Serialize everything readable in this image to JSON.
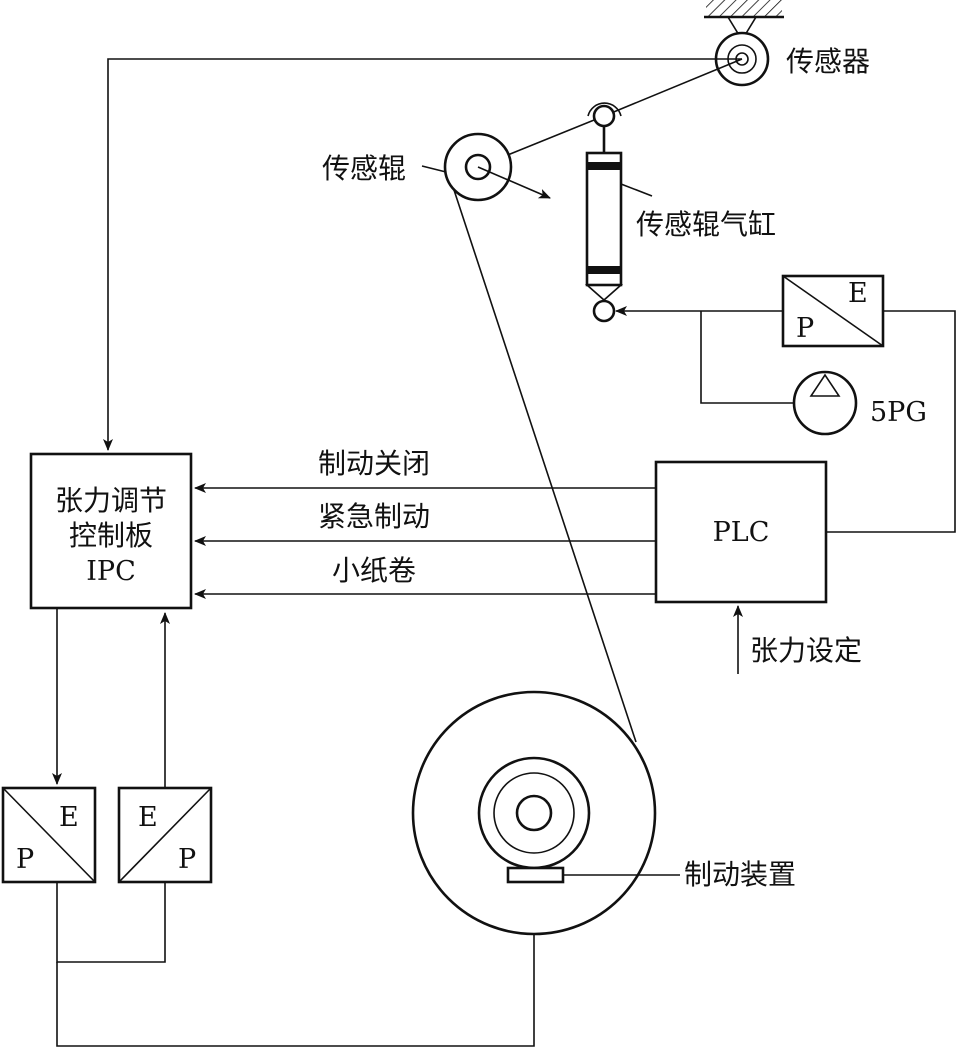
{
  "labels": {
    "sensor": "传感器",
    "sensor_roller": "传感辊",
    "sensor_roller_cylinder": "传感辊气缸",
    "pump": "5PG",
    "plc": "PLC",
    "tension_setting": "张力设定",
    "brake_device": "制动装置",
    "ipc_line1": "张力调节",
    "ipc_line2": "控制板",
    "ipc_line3": "IPC",
    "signal_brake_off": "制动关闭",
    "signal_emergency_brake": "紧急制动",
    "signal_small_roll": "小纸卷"
  },
  "converters": {
    "top_ep": {
      "E": "E",
      "P": "P"
    },
    "left_ep": {
      "E": "E",
      "P": "P"
    },
    "right_ep": {
      "E": "E",
      "P": "P"
    }
  },
  "colors": {
    "line": "#111111",
    "background": "#ffffff"
  }
}
